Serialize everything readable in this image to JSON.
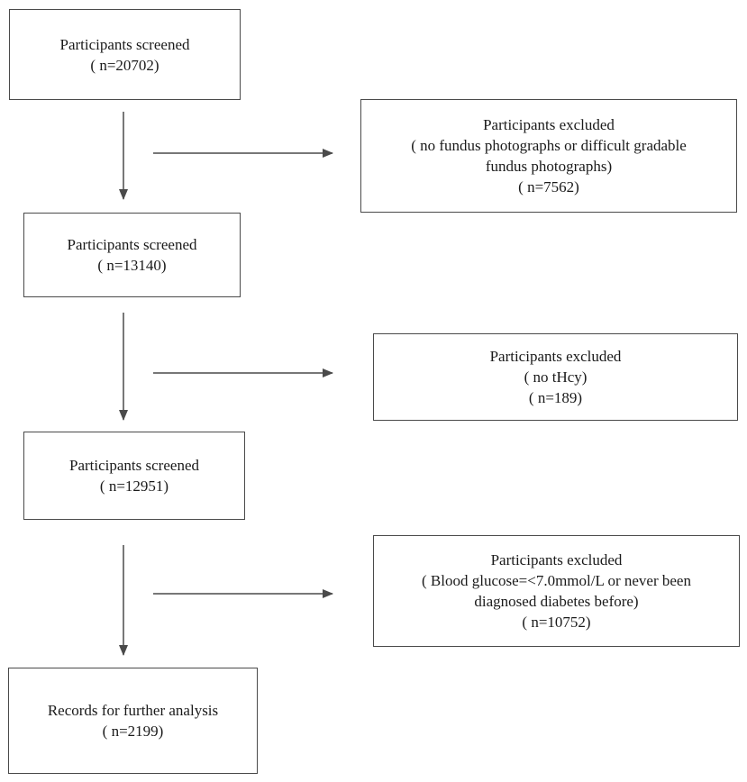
{
  "screened_steps": [
    {
      "label": "Participants screened",
      "count": "( n=20702)"
    },
    {
      "label": "Participants screened",
      "count": "( n=13140)"
    },
    {
      "label": "Participants screened",
      "count": "( n=12951)"
    }
  ],
  "exclusions": [
    {
      "label": "Participants excluded",
      "reason_line1": "( no fundus photographs or difficult gradable",
      "reason_line2": "fundus photographs)",
      "count": "( n=7562)"
    },
    {
      "label": "Participants excluded",
      "reason_line1": "( no tHcy)",
      "count": "( n=189)"
    },
    {
      "label": "Participants excluded",
      "reason_line1": "( Blood glucose=<7.0mmol/L or never been",
      "reason_line2": "diagnosed diabetes before)",
      "count": "( n=10752)"
    }
  ],
  "final": {
    "label": "Records for further analysis",
    "count": "( n=2199)"
  },
  "colors": {
    "line": "#4a4a4a",
    "border": "#4a4a4a",
    "text": "#1a1a1a"
  }
}
